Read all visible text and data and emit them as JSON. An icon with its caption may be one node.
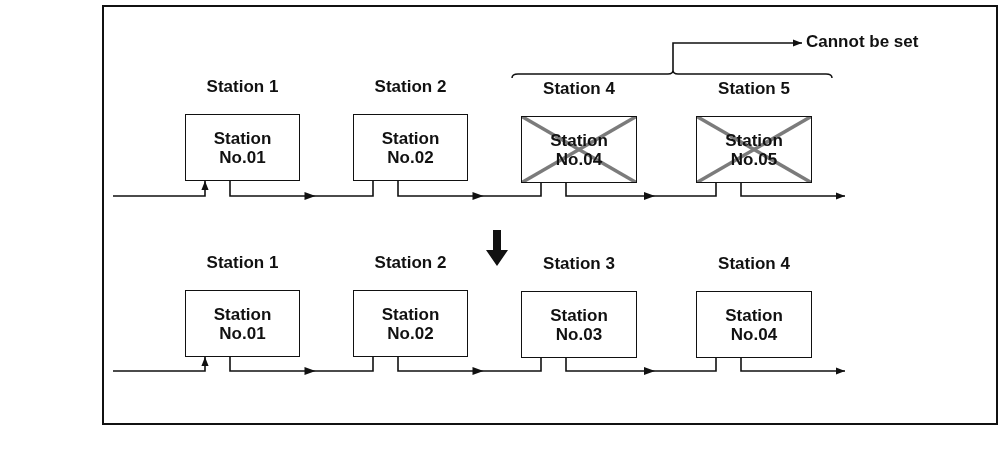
{
  "diagram": {
    "nodes": [
      {
        "text": [
          "Cannot be set"
        ]
      },
      {
        "text": [
          "Station No.01"
        ],
        "beside": [
          "Station 1"
        ]
      },
      {
        "text": [
          "Station No.02"
        ],
        "beside": [
          "Station 2"
        ]
      },
      {
        "text": [
          "Station No.04"
        ],
        "beside": [
          "Station 4"
        ]
      },
      {
        "text": [
          "Station No.05"
        ],
        "beside": [
          "Station 5"
        ]
      },
      {
        "text": [
          "Station No.01"
        ],
        "beside": [
          "Station 1"
        ]
      },
      {
        "text": [
          "Station No.02"
        ],
        "beside": [
          "Station 2"
        ]
      },
      {
        "text": [
          "Station No.03"
        ],
        "beside": [
          "Station 3"
        ]
      },
      {
        "text": [
          "Station No.04"
        ],
        "beside": [
          "Station 4"
        ]
      }
    ],
    "edges": [
      {
        "from": null,
        "to": 0,
        "arrow": "to"
      },
      {
        "from": null,
        "to": 1,
        "arrow": "to"
      },
      {
        "from": 1,
        "to": 2,
        "arrow": "to"
      },
      {
        "from": 2,
        "to": 3,
        "arrow": "to"
      },
      {
        "from": 3,
        "to": 4,
        "arrow": "to"
      },
      {
        "from": 4,
        "to": null,
        "arrow": "to"
      },
      {
        "from": null,
        "to": 5,
        "arrow": "to"
      },
      {
        "from": 5,
        "to": 6,
        "arrow": "to"
      },
      {
        "from": 6,
        "to": 7,
        "arrow": "to"
      },
      {
        "from": 7,
        "to": 8,
        "arrow": "to"
      },
      {
        "from": 8,
        "to": null,
        "arrow": "to"
      }
    ]
  }
}
